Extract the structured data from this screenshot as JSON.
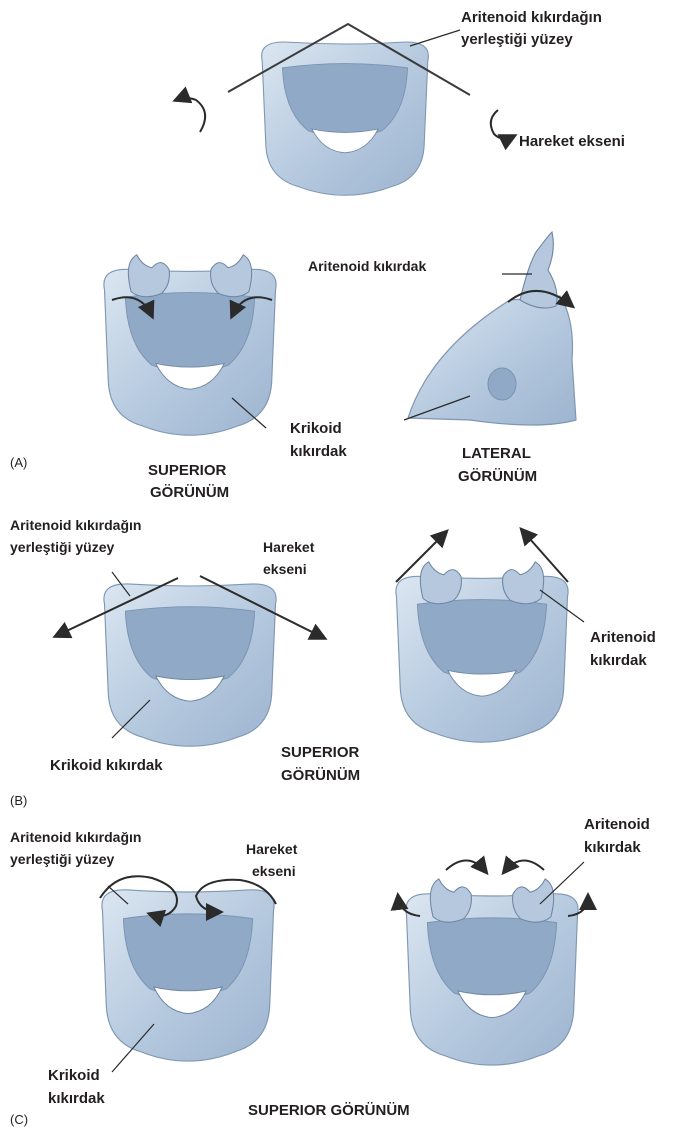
{
  "panels": {
    "a": {
      "letter": "(A)",
      "top_surface_label_1": "Aritenoid kıkırdağın",
      "top_surface_label_2": "yerleştiği yüzey",
      "top_axis_label": "Hareket ekseni",
      "arytenoid_label": "Aritenoid kıkırdak",
      "cricoid_label_1": "Krikoid",
      "cricoid_label_2": "kıkırdak",
      "superior_label_1": "SUPERIOR",
      "superior_label_2": "GÖRÜNÜM",
      "lateral_label_1": "LATERAL",
      "lateral_label_2": "GÖRÜNÜM"
    },
    "b": {
      "letter": "(B)",
      "surface_label_1": "Aritenoid kıkırdağın",
      "surface_label_2": "yerleştiği yüzey",
      "axis_label_1": "Hareket",
      "axis_label_2": "ekseni",
      "cricoid_label": "Krikoid kıkırdak",
      "arytenoid_label_1": "Aritenoid",
      "arytenoid_label_2": "kıkırdak",
      "superior_label_1": "SUPERIOR",
      "superior_label_2": "GÖRÜNÜM"
    },
    "c": {
      "letter": "(C)",
      "surface_label_1": "Aritenoid kıkırdağın",
      "surface_label_2": "yerleştiği yüzey",
      "axis_label_1": "Hareket",
      "axis_label_2": "ekseni",
      "cricoid_label_1": "Krikoid",
      "cricoid_label_2": "kıkırdak",
      "arytenoid_label_1": "Aritenoid",
      "arytenoid_label_2": "kıkırdak",
      "superior_label": "SUPERIOR GÖRÜNÜM"
    }
  },
  "colors": {
    "cartilage_light": "#c9d8e8",
    "cartilage_mid": "#a9bfd8",
    "cartilage_dark": "#8fa9c7",
    "text": "#231f20"
  }
}
